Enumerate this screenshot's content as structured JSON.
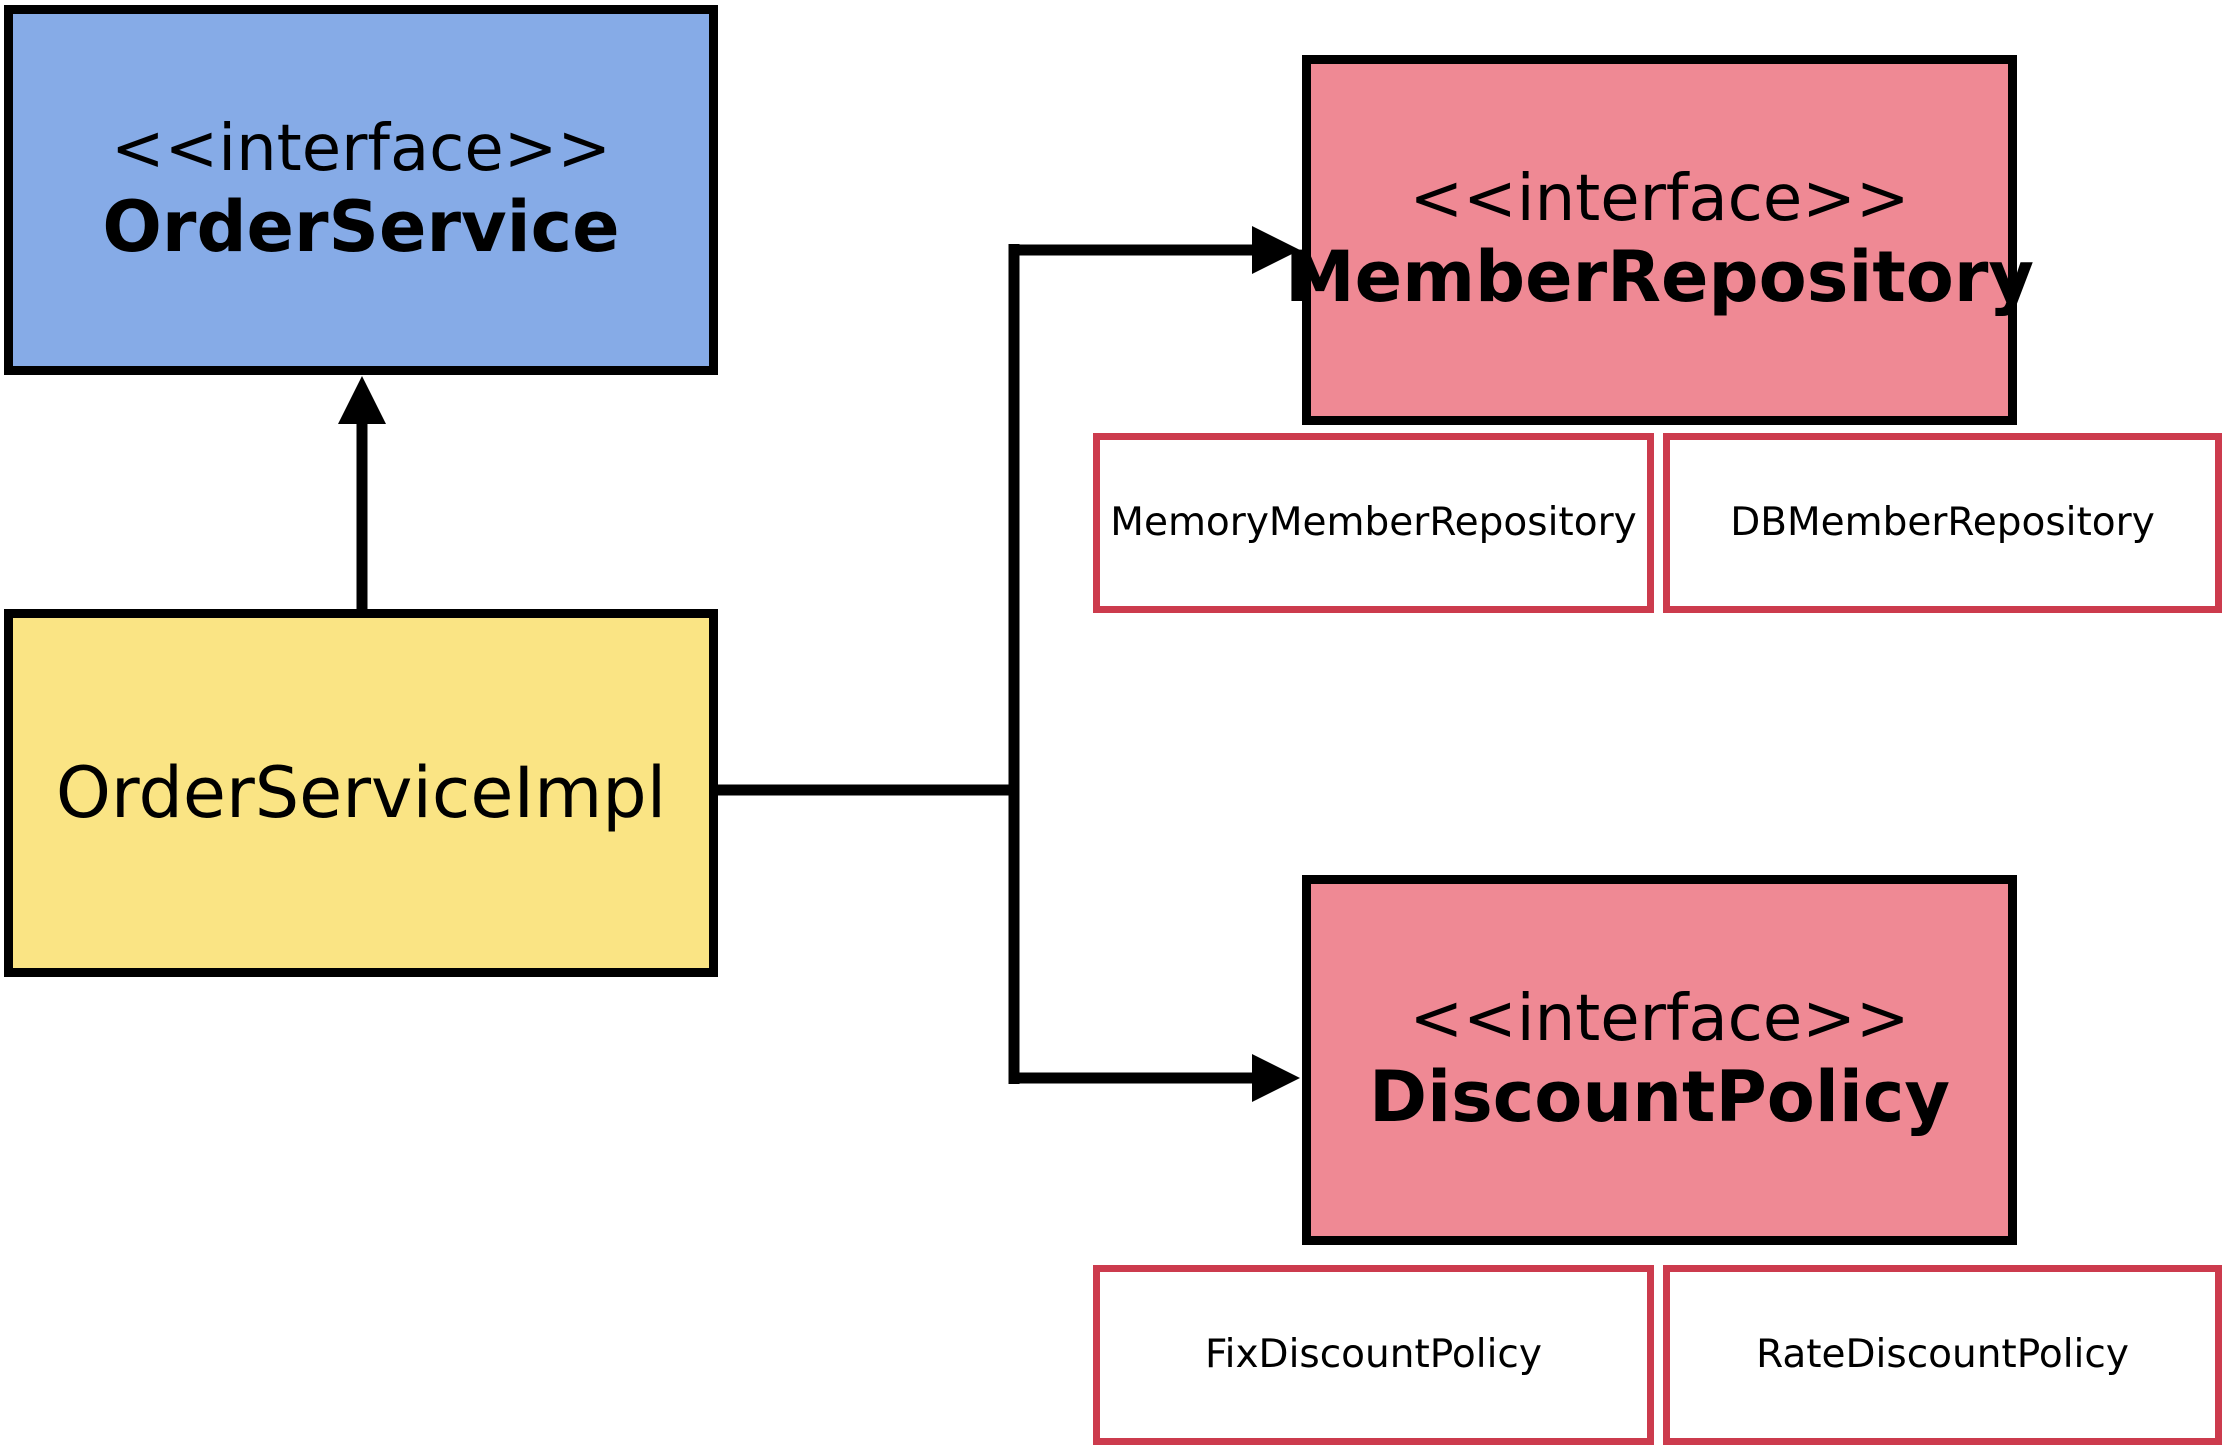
{
  "colors": {
    "order_service_fill": "#86abe7",
    "order_service_impl_fill": "#fae484",
    "repository_fill": "#ef8994",
    "impl_border": "#cc3b4d",
    "line": "#000000"
  },
  "order_service": {
    "stereotype": "<<interface>>",
    "name": "OrderService"
  },
  "order_service_impl": {
    "name": "OrderServiceImpl"
  },
  "member_repository": {
    "stereotype": "<<interface>>",
    "name": "MemberRepository",
    "implementations": [
      "MemoryMemberRepository",
      "DBMemberRepository"
    ]
  },
  "discount_policy": {
    "stereotype": "<<interface>>",
    "name": "DiscountPolicy",
    "implementations": [
      "FixDiscountPolicy",
      "RateDiscountPolicy"
    ]
  }
}
